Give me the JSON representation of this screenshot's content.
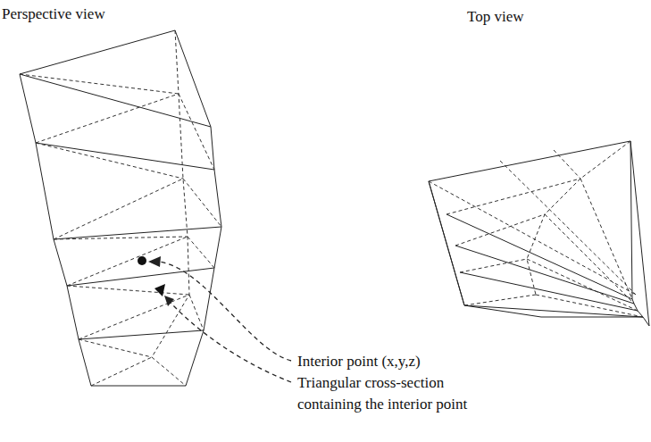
{
  "diagram": {
    "labels": [
      "Perspective view",
      "Top view",
      "Interior point (x,y,z)",
      "Triangular cross-section containing the interior point"
    ]
  }
}
